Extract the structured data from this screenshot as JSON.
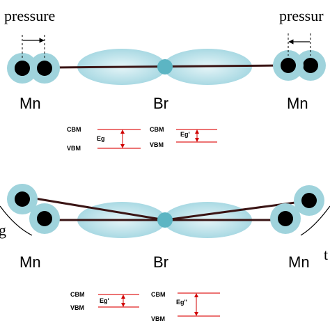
{
  "top": {
    "pressure_left": "pressure",
    "pressure_right": "pressur",
    "label_left": "Mn",
    "label_center": "Br",
    "label_right": "Mn",
    "band_left": {
      "cbm": "CBM",
      "vbm": "VBM",
      "gap": "Eg"
    },
    "band_right": {
      "cbm": "CBM",
      "vbm": "VBM",
      "gap": "Eg'"
    }
  },
  "bottom": {
    "edge_left": "g",
    "edge_right": "t",
    "label_left": "Mn",
    "label_center": "Br",
    "label_right": "Mn",
    "band_left": {
      "cbm": "CBM",
      "vbm": "VBM",
      "gap": "Eg'"
    },
    "band_right": {
      "cbm": "CBM",
      "vbm": "VBM",
      "gap": "Eg''"
    }
  },
  "colors": {
    "atom_shell": "#9fd3dc",
    "atom_core": "#000000",
    "orbital": "#bfe4ec",
    "br_atom": "#5cb5c3",
    "bond": "#3a1414",
    "band_line": "#e02020",
    "arrow": "#d00000"
  }
}
